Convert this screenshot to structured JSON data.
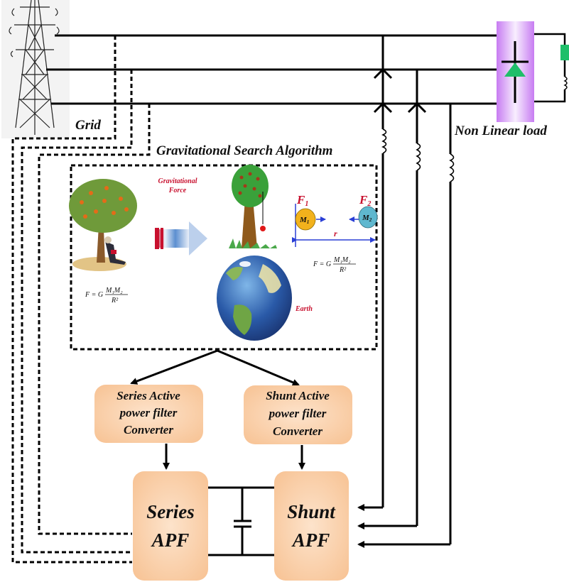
{
  "title": "Gravitational Search Algorithm based UPQC (Series and Shunt APF) control",
  "labels": {
    "grid": "Grid",
    "load": "Non Linear load",
    "algorithm": "Gravitational Search Algorithm",
    "grav_force_line1": "Gravitational",
    "grav_force_line2": "Force",
    "earth": "Earth",
    "f1": "F",
    "f1_sub": "1",
    "f2": "F",
    "f2_sub": "2",
    "m1": "M",
    "m1_sub": "1",
    "m2": "M",
    "m2_sub": "2",
    "r": "r",
    "formula_lhs": "F = G",
    "formula_num": "M₁M₂",
    "formula_den": "R²"
  },
  "blocks": {
    "series_converter": [
      "Series Active",
      "power filter",
      "Converter"
    ],
    "shunt_converter": [
      "Shunt Active",
      "power filter",
      "Converter"
    ],
    "series_apf": [
      "Series",
      "APF"
    ],
    "shunt_apf": [
      "Shunt",
      "APF"
    ]
  },
  "colors": {
    "block_fill": "#f9c99a",
    "block_fill_light": "#fde3cb",
    "load_purple": "#c77cf2",
    "diode_green": "#1fbf6a",
    "resistor_green": "#1fbf6a",
    "text_red": "#c8102e",
    "mass1": "#f2b21c",
    "mass2": "#5fb8cf",
    "vector_blue": "#2a3fd6"
  }
}
